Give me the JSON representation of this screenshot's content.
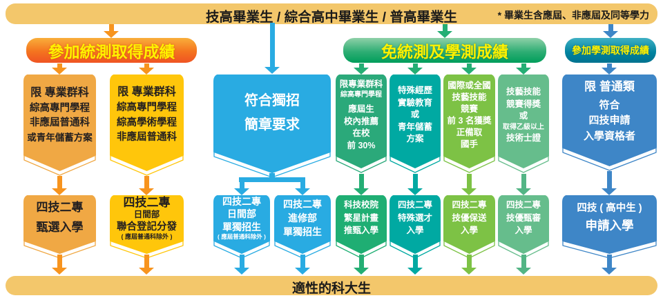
{
  "top_banner": {
    "title": "技高畢業生 / 綜合高中畢業生 / 普高畢業生",
    "note": "* 畢業生含應屆、非應屆及同等學力"
  },
  "headers": {
    "unified": "參加統測取得成績",
    "exempt": "免統測及學測成績",
    "gsat": "參加學測取得成績"
  },
  "qual": {
    "q1": [
      "限 專業群科",
      "綜高專門學程",
      "非應屆普通科",
      "或青年儲蓄方案"
    ],
    "q2": [
      "限 專業群科",
      "綜高專門學程",
      "綜高學術學程",
      "非應屆普通科"
    ],
    "q3": [
      "符合獨招",
      "簡章要求"
    ],
    "q4": [
      "限專業群科",
      "綜高專門學程",
      "應屆生",
      "校內推薦",
      "在校",
      "前 30%"
    ],
    "q5": [
      "特殊經歷",
      "實驗教育",
      "或",
      "青年儲蓄",
      "方案"
    ],
    "q6": [
      "國際或全國",
      "技藝技能",
      "競賽",
      "前 3 名獲獎",
      "正備取",
      "國手"
    ],
    "q7": [
      "技藝技能",
      "競賽得獎",
      "或",
      "取得乙級以上",
      "技術士證"
    ],
    "q8": [
      "限 普通類",
      "符合",
      "四技申請",
      "入學資格者"
    ]
  },
  "adm": {
    "a1": [
      "四技二專",
      "甄選入學"
    ],
    "a2": [
      "四技二專",
      "日間部",
      "聯合登記分發",
      "( 應屆普通科除外 )"
    ],
    "a3": [
      "四技二專",
      "日間部",
      "單獨招生",
      "( 應屆普通科除外 )"
    ],
    "a4": [
      "四技二專",
      "進修部",
      "單獨招生"
    ],
    "a5": [
      "科技校院",
      "繁星計畫",
      "推甄入學"
    ],
    "a6": [
      "四技二專",
      "特殊選才",
      "入學"
    ],
    "a7": [
      "四技二專",
      "技優保送",
      "入學"
    ],
    "a8": [
      "四技二專",
      "技優甄審",
      "入學"
    ],
    "a9": [
      "四技 ( 高中生 )",
      "申請入學"
    ]
  },
  "bottom_banner": {
    "title": "適性的科大生"
  },
  "colors": {
    "orange": "#F7941E",
    "orange_box": "#F0A844",
    "yellow": "#FFC60B",
    "blue": "#29ABE2",
    "steel_blue": "#3E86C7",
    "green": "#24AE74",
    "green_box": "#2BA97A",
    "star_green": "#1FAE73",
    "teal": "#00A9A2",
    "yellow_green": "#7DC245",
    "sage": "#66BD8C",
    "sage_arrow": "#53B585",
    "banner_bg": "#F3C76B",
    "header_text": "#FFF100"
  }
}
